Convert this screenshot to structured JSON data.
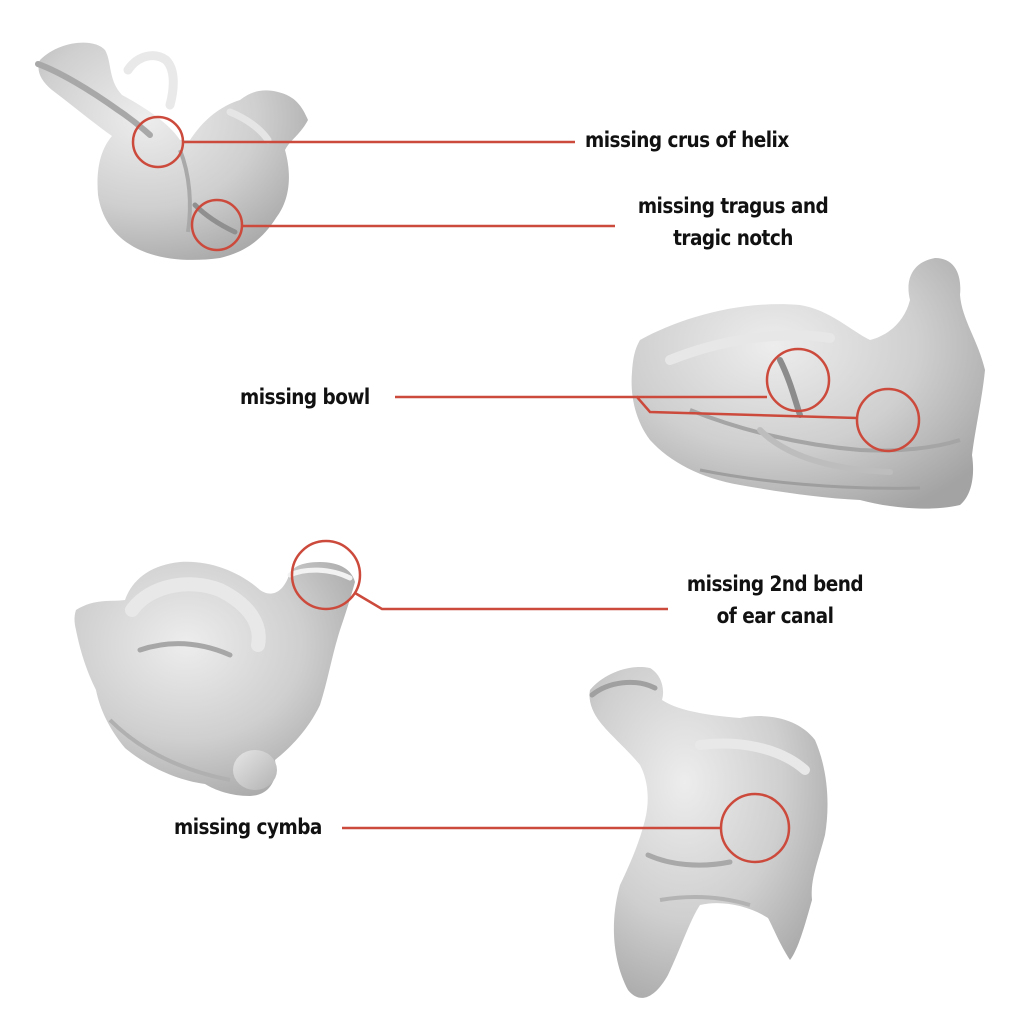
{
  "annotations": [
    {
      "id": "crus",
      "lines": [
        "missing crus of helix"
      ]
    },
    {
      "id": "tragus",
      "lines": [
        "missing tragus and",
        "tragic notch"
      ]
    },
    {
      "id": "bowl",
      "lines": [
        "missing bowl"
      ]
    },
    {
      "id": "bend",
      "lines": [
        "missing 2nd bend",
        "of ear canal"
      ]
    },
    {
      "id": "cymba",
      "lines": [
        "missing cymba"
      ]
    }
  ],
  "colors": {
    "leader": "#cc4a3c",
    "label_text": "#111111",
    "model_fill": "#cfcfcf",
    "model_shadow": "#9c9c9c",
    "model_highlight": "#ebebeb",
    "background": "#ffffff"
  }
}
